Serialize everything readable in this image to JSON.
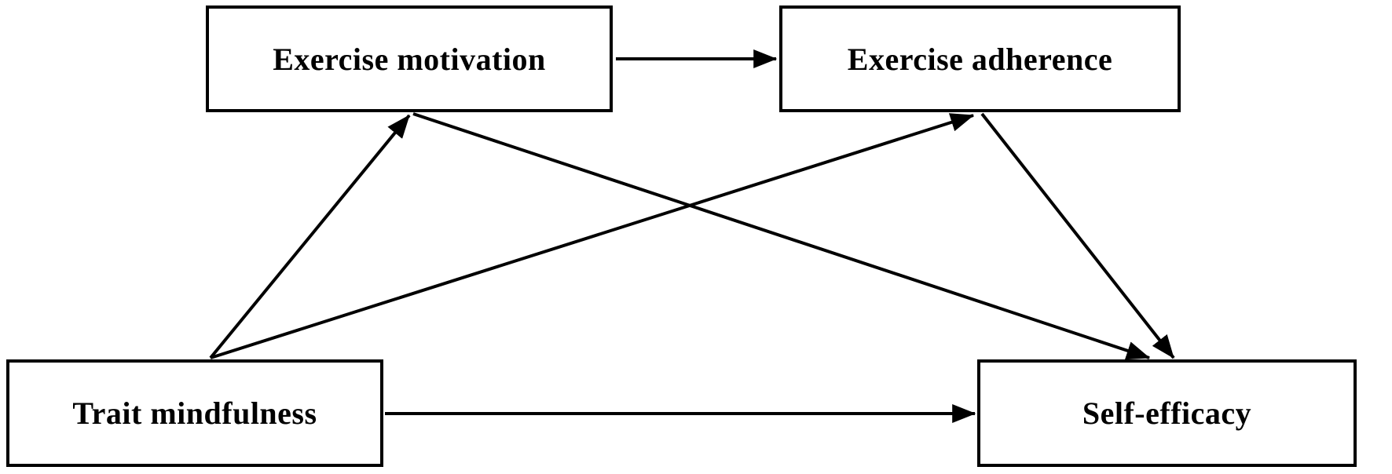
{
  "diagram": {
    "background_color": "#ffffff",
    "line_color": "#000000",
    "text_color": "#000000",
    "nodes": [
      {
        "id": "exercise-motivation",
        "label": "Exercise motivation"
      },
      {
        "id": "exercise-adherence",
        "label": "Exercise adherence"
      },
      {
        "id": "trait-mindfulness",
        "label": "Trait mindfulness"
      },
      {
        "id": "self-efficacy",
        "label": "Self-efficacy"
      }
    ],
    "edges": [
      {
        "from": "exercise-motivation",
        "to": "exercise-adherence",
        "style": "arrow"
      },
      {
        "from": "trait-mindfulness",
        "to": "exercise-motivation",
        "style": "arrow"
      },
      {
        "from": "trait-mindfulness",
        "to": "exercise-adherence",
        "style": "arrow"
      },
      {
        "from": "exercise-motivation",
        "to": "self-efficacy",
        "style": "arrow"
      },
      {
        "from": "exercise-adherence",
        "to": "self-efficacy",
        "style": "arrow"
      },
      {
        "from": "trait-mindfulness",
        "to": "self-efficacy",
        "style": "arrow"
      }
    ]
  }
}
